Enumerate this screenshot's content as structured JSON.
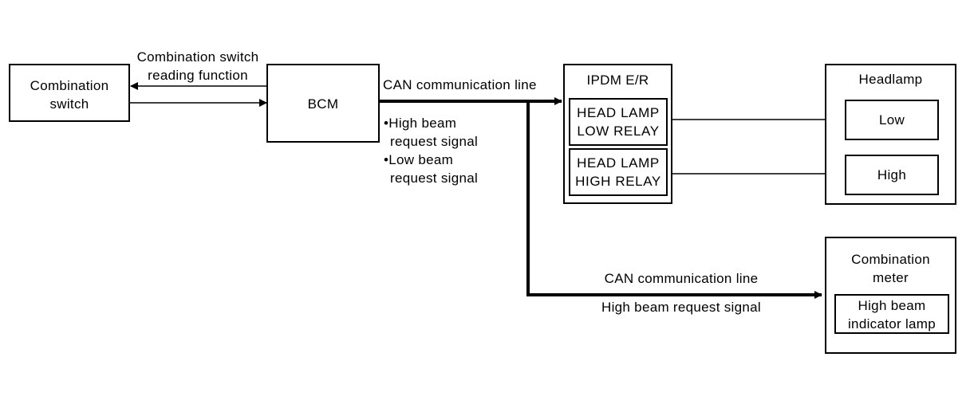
{
  "blocks": {
    "combination_switch": {
      "label_1": "Combination",
      "label_2": "switch"
    },
    "bcm": {
      "label": "BCM"
    },
    "ipdm": {
      "title": "IPDM E/R",
      "low_relay_1": "HEAD LAMP",
      "low_relay_2": "LOW RELAY",
      "high_relay_1": "HEAD LAMP",
      "high_relay_2": "HIGH RELAY"
    },
    "headlamp": {
      "title": "Headlamp",
      "low": "Low",
      "high": "High"
    },
    "combination_meter": {
      "title_1": "Combination",
      "title_2": "meter",
      "indicator_1": "High beam",
      "indicator_2": "indicator lamp"
    }
  },
  "connections": {
    "switch_reading_1": "Combination switch",
    "switch_reading_2": "reading function",
    "can_line_top": "CAN communication line",
    "signal_1": "•High beam",
    "signal_2": "request signal",
    "signal_3": "•Low beam",
    "signal_4": "request signal",
    "can_line_bottom": "CAN communication line",
    "meter_signal": "High beam request signal"
  }
}
